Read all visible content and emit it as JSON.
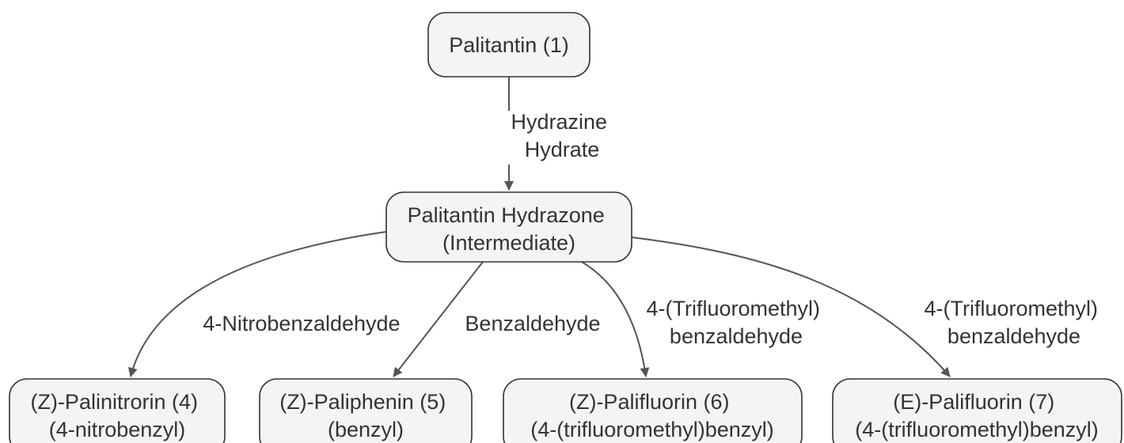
{
  "nodes": {
    "palitantin": {
      "lines": [
        "Palitantin (1)"
      ]
    },
    "hydrazone": {
      "lines": [
        "Palitantin Hydrazone",
        "(Intermediate)"
      ]
    },
    "palinitrorin": {
      "lines": [
        "(Z)-Palinitrorin (4)",
        "(4-nitrobenzyl)"
      ]
    },
    "paliphenin": {
      "lines": [
        "(Z)-Paliphenin (5)",
        "(benzyl)"
      ]
    },
    "palifluorin_z": {
      "lines": [
        "(Z)-Palifluorin (6)",
        "(4-(trifluoromethyl)benzyl)"
      ]
    },
    "palifluorin_e": {
      "lines": [
        "(E)-Palifluorin (7)",
        "(4-(trifluoromethyl)benzyl)"
      ]
    }
  },
  "edges": {
    "hydrazine": {
      "lines": [
        "Hydrazine",
        "Hydrate"
      ]
    },
    "nitrobenzaldehyde": {
      "lines": [
        "4-Nitrobenzaldehyde"
      ]
    },
    "benzaldehyde": {
      "lines": [
        "Benzaldehyde"
      ]
    },
    "tfm_z": {
      "lines": [
        "4-(Trifluoromethyl)",
        "benzaldehyde"
      ]
    },
    "tfm_e": {
      "lines": [
        "4-(Trifluoromethyl)",
        "benzaldehyde"
      ]
    }
  },
  "colors": {
    "node_fill": "#f3f4f6",
    "node_stroke": "#333333",
    "edge_stroke": "#555555",
    "text": "#333333"
  }
}
